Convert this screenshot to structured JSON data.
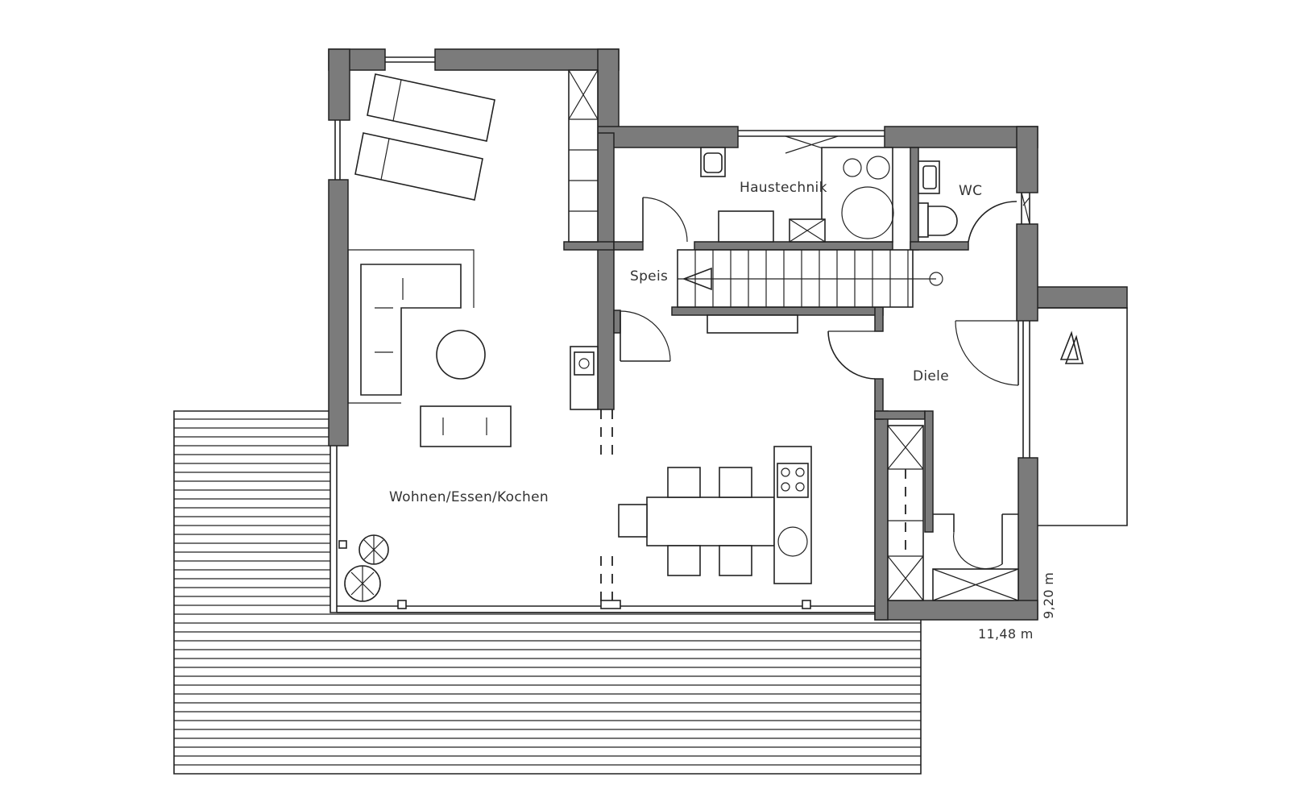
{
  "rooms": {
    "living": "Wohnen/Essen/Kochen",
    "utility": "Haustechnik",
    "wc": "WC",
    "pantry": "Speis",
    "hall": "Diele"
  },
  "dimensions": {
    "width": "11,48 m",
    "depth": "9,20 m"
  }
}
